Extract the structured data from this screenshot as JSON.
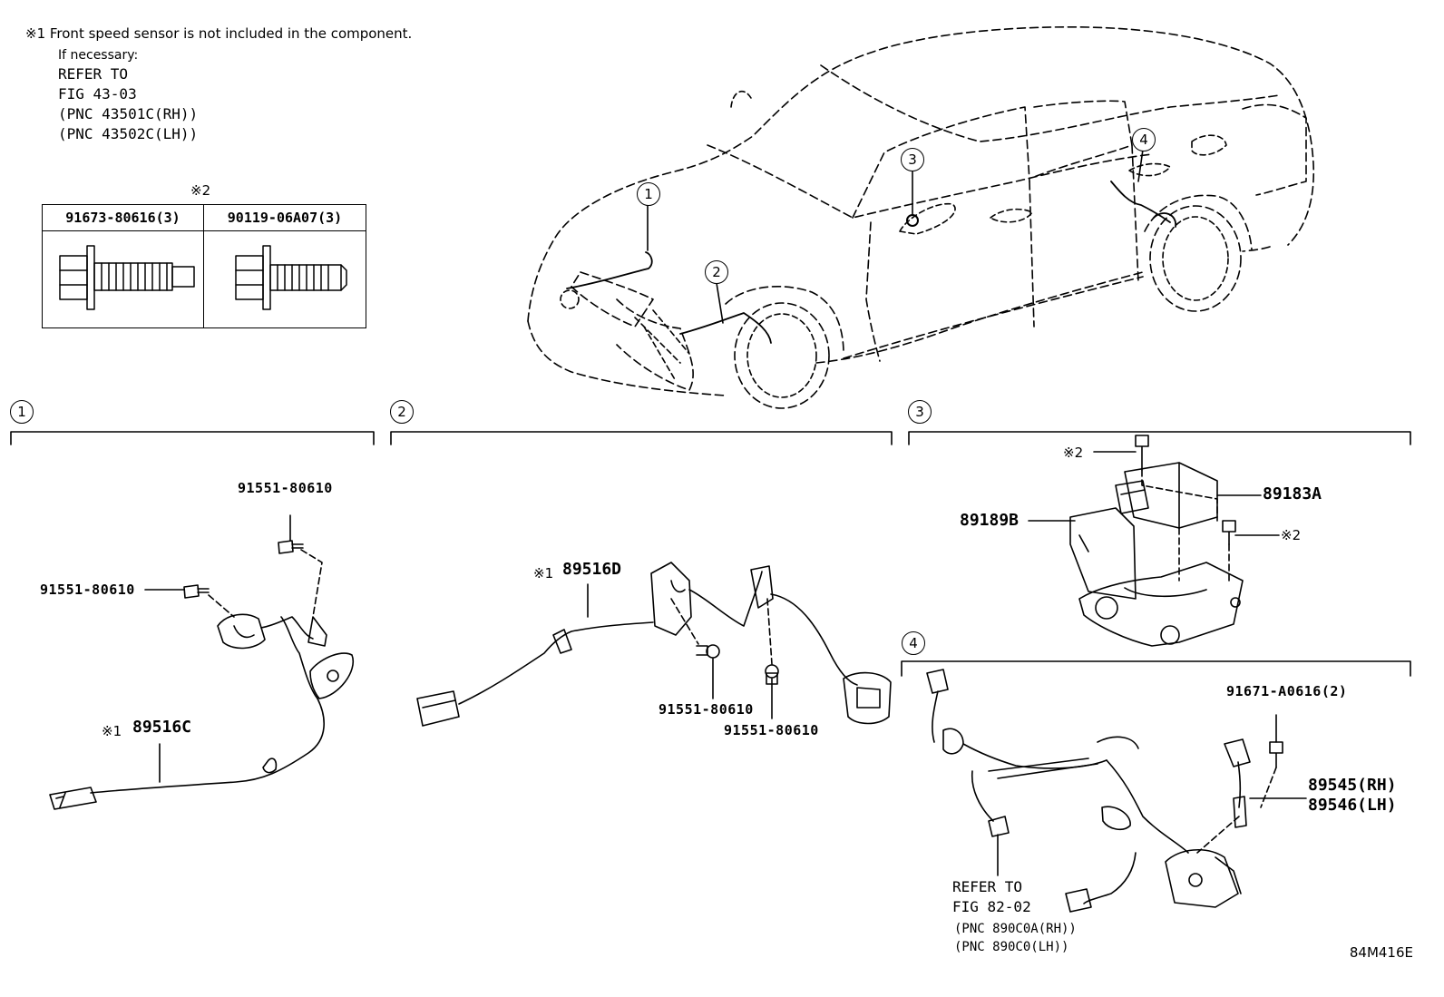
{
  "notes": {
    "note1": "※1 Front speed sensor is not included in the component.",
    "if_necessary": "If necessary:",
    "refer_to": "REFER TO",
    "fig": "FIG 43-03",
    "pnc_rh": "(PNC 43501C(RH))",
    "pnc_lh": "(PNC 43502C(LH))"
  },
  "bolt_table": {
    "mark": "※2",
    "col1": "91673-80616(3)",
    "col2": "90119-06A07(3)"
  },
  "callouts": [
    "1",
    "2",
    "3",
    "4"
  ],
  "section1": {
    "number": "1",
    "bolt_top": "91551-80610",
    "bolt_left": "91551-80610",
    "sensor_mark": "※1",
    "sensor": "89516C"
  },
  "section2": {
    "number": "2",
    "sensor_mark": "※1",
    "sensor": "89516D",
    "bolt_a": "91551-80610",
    "bolt_b": "91551-80610"
  },
  "section3": {
    "number": "3",
    "mark_top": "※2",
    "bracket": "89189B",
    "sensor": "89183A",
    "mark_right": "※2"
  },
  "section4": {
    "number": "4",
    "bolt": "91671-A0616(2)",
    "sensor_rh": "89545(RH)",
    "sensor_lh": "89546(LH)",
    "refer_to": "REFER TO",
    "fig": "FIG 82-02",
    "pnc_rh": "(PNC 890C0A(RH))",
    "pnc_lh": "(PNC 890C0(LH))"
  },
  "figure_code": "84M416E"
}
